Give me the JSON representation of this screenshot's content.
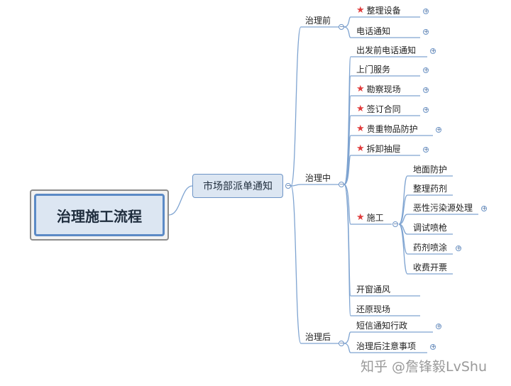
{
  "root": {
    "title": "治理施工流程"
  },
  "main": {
    "label": "市场部派单通知"
  },
  "stages": [
    {
      "label": "治理前",
      "children": [
        {
          "label": "整理设备",
          "star": true,
          "expand": true
        },
        {
          "label": "电话通知",
          "star": false,
          "expand": true
        }
      ]
    },
    {
      "label": "治理中",
      "children": [
        {
          "label": "出发前电话通知",
          "star": false,
          "expand": true
        },
        {
          "label": "上门服务",
          "star": false,
          "expand": true
        },
        {
          "label": "勘察现场",
          "star": true,
          "expand": true
        },
        {
          "label": "签订合同",
          "star": true,
          "expand": true
        },
        {
          "label": "贵重物品防护",
          "star": true,
          "expand": true
        },
        {
          "label": "拆卸抽屉",
          "star": true,
          "expand": true
        },
        {
          "label": "施工",
          "star": true,
          "expand": false,
          "children": [
            {
              "label": "地面防护",
              "expand": false
            },
            {
              "label": "整理药剂",
              "expand": false
            },
            {
              "label": "恶性污染源处理",
              "expand": true
            },
            {
              "label": "调试喷枪",
              "expand": false
            },
            {
              "label": "药剂喷涂",
              "expand": true
            },
            {
              "label": "收费开票",
              "expand": false
            }
          ]
        },
        {
          "label": "开窗通风",
          "star": false,
          "expand": false
        },
        {
          "label": "还原现场",
          "star": false,
          "expand": false
        }
      ]
    },
    {
      "label": "治理后",
      "children": [
        {
          "label": "短信通知行政",
          "star": false,
          "expand": true
        },
        {
          "label": "治理后注意事项",
          "star": false,
          "expand": true
        }
      ]
    }
  ],
  "watermark": "知乎 @詹锋毅LvShu",
  "colors": {
    "line": "#7fa4d1",
    "accent": "#e03c3c",
    "node_fill": "#dce6f2"
  },
  "icons": {
    "star": "star-icon",
    "expand": "expand-plus-icon",
    "collapse": "collapse-minus-icon"
  }
}
